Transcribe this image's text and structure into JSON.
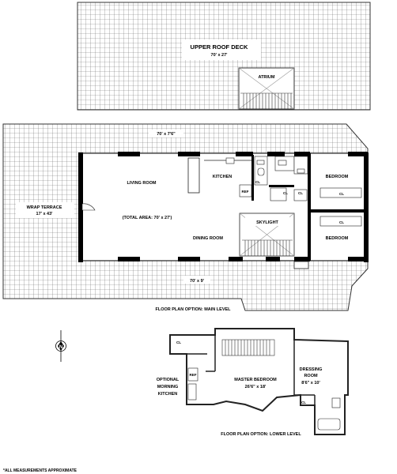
{
  "upper": {
    "roof_deck_title": "UPPER ROOF DECK",
    "roof_deck_dims": "70' x 27'",
    "atrium": "ATRIUM"
  },
  "main": {
    "top_dim": "70' x 7'6\"",
    "bottom_dim": "70' x 9'",
    "wrap_terrace": "WRAP TERRACE",
    "wrap_terrace_dims": "17' x 43'",
    "living_room": "LIVING ROOM",
    "kitchen": "KITCHEN",
    "ref": "REF",
    "cl": "CL",
    "total_area": "(TOTAL AREA: 70' x 27')",
    "dining_room": "DINING ROOM",
    "skylight": "SKYLIGHT",
    "bedroom": "BEDROOM",
    "caption": "FLOOR PLAN OPTION: MAIN LEVEL"
  },
  "lower": {
    "compass": "N",
    "cl": "CL",
    "ref": "REF",
    "optional_line1": "OPTIONAL",
    "optional_line2": "MORNING",
    "optional_line3": "KITCHEN",
    "master_bedroom": "MASTER BEDROOM",
    "master_dims": "26'6\" x 18'",
    "dressing_line1": "DRESSING",
    "dressing_line2": "ROOM",
    "dressing_dims": "8'6\" x 10'",
    "caption": "FLOOR PLAN OPTION: LOWER LEVEL"
  },
  "footnote": "*ALL MEASUREMENTS APPROXIMATE"
}
